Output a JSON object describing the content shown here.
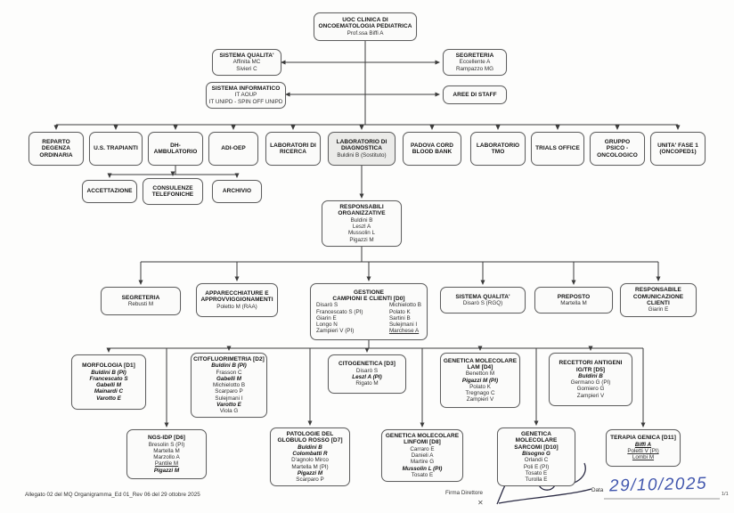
{
  "page": {
    "footer_left": "Allegato 02 del MQ Organigramma_Ed 01_Rev 06 del 29 ottobre 2025",
    "firma_label": "Firma Direttore",
    "x_mark": "✕",
    "data_label": "Data",
    "data_value": "29/10/2025",
    "page_number": "1/1",
    "ink_color": "#4156ad",
    "signature_color": "#2b2b44",
    "line_color": "#3c3c3c"
  },
  "boxes": {
    "uoc": {
      "title": "UOC CLINICA DI\nONCOEMATOLOGIA PEDIATRICA",
      "names": [
        {
          "t": "Prof.ssa Biffi A"
        }
      ]
    },
    "sistema_qualita": {
      "title": "SISTEMA QUALITA'",
      "names": [
        {
          "t": "Affinita MC"
        },
        {
          "t": "Sivieri C"
        }
      ]
    },
    "segreteria_staff": {
      "title": "SEGRETERIA",
      "names": [
        {
          "t": "Eccellente A"
        },
        {
          "t": "Rampazzo MG"
        }
      ]
    },
    "sistema_informatico": {
      "title": "SISTEMA INFORMATICO",
      "names": [
        {
          "t": "IT AOUP"
        },
        {
          "t": "IT UNIPD - SPIN OFF UNIPD"
        }
      ]
    },
    "aree_staff": {
      "title": "AREE DI STAFF"
    },
    "reparto_degenza": {
      "title": "REPARTO\nDEGENZA\nORDINARIA"
    },
    "us_trapianti": {
      "title": "U.S. TRAPIANTI"
    },
    "dh_ambulatorio": {
      "title": "DH-\nAMBULATORIO"
    },
    "adi_oep": {
      "title": "ADI-OEP"
    },
    "laboratori_ricerca": {
      "title": "LABORATORI DI\nRICERCA"
    },
    "laboratorio_diagnostica": {
      "title": "LABORATORIO DI\nDIAGNOSTICA",
      "names": [
        {
          "t": "Buldini B (Sostituto)"
        }
      ]
    },
    "padova_cord": {
      "title": "PADOVA CORD\nBLOOD BANK"
    },
    "laboratorio_tmo": {
      "title": "LABORATORIO\nTMO"
    },
    "trials_office": {
      "title": "TRIALS OFFICE"
    },
    "gruppo_psico": {
      "title": "GRUPPO\nPSICO -\nONCOLOGICO"
    },
    "unita_fase1": {
      "title": "UNITA' FASE 1\n(ONCOPED1)"
    },
    "accettazione": {
      "title": "ACCETTAZIONE"
    },
    "consulenze": {
      "title": "CONSULENZE\nTELEFONICHE"
    },
    "archivio": {
      "title": "ARCHIVIO"
    },
    "responsabili": {
      "title": "RESPONSABILI\nORGANIZZATIVE",
      "names": [
        {
          "t": "Buldini B"
        },
        {
          "t": "Leszl A"
        },
        {
          "t": "Mussolin L"
        },
        {
          "t": "Pigazzi M"
        }
      ]
    },
    "segreteria_lab": {
      "title": "SEGRETERIA",
      "names": [
        {
          "t": "Rebusti M"
        }
      ]
    },
    "apparecchiature": {
      "title": "APPARECCHIATURE E\nAPPROVVIGGIONAMENTI",
      "names": [
        {
          "t": "Poletto M (RAA)"
        }
      ]
    },
    "gestione": {
      "title": "GESTIONE\nCAMPIONI E CLIENTI [D0]",
      "names_left": [
        {
          "t": "Disarò S"
        },
        {
          "t": "Francescato S (PI)"
        },
        {
          "t": "Giarin E"
        },
        {
          "t": "Longo N"
        },
        {
          "t": "Zampieri V (PI)"
        }
      ],
      "names_right": [
        {
          "t": "Michielotto B"
        },
        {
          "t": "Polato K"
        },
        {
          "t": "Sartini B"
        },
        {
          "t": "Sulejmani I"
        },
        {
          "t": "Marchese A",
          "s": "u"
        }
      ]
    },
    "sistema_qualita_lab": {
      "title": "SISTEMA QUALITA'",
      "names": [
        {
          "t": "Disarò S (RGQ)"
        }
      ]
    },
    "preposto": {
      "title": "PREPOSTO",
      "names": [
        {
          "t": "Martella M"
        }
      ]
    },
    "resp_comunicazione": {
      "title": "RESPONSABILE\nCOMUNICAZIONE CLIENTI",
      "names": [
        {
          "t": "Giarin E"
        }
      ]
    },
    "d1": {
      "title": "MORFOLOGIA [D1]",
      "names": [
        {
          "t": "Buldini B (PI)",
          "s": "b"
        },
        {
          "t": "Francescato S",
          "s": "b"
        },
        {
          "t": "Gabelli M",
          "s": "b"
        },
        {
          "t": "Mainardi C",
          "s": "b"
        },
        {
          "t": "Varotto E",
          "s": "b"
        }
      ]
    },
    "d2": {
      "title": "CITOFLUORIMETRIA [D2]",
      "names": [
        {
          "t": "Buldini B (PI)",
          "s": "b"
        },
        {
          "t": "Frasson C"
        },
        {
          "t": "Gabelli M",
          "s": "b"
        },
        {
          "t": "Michielotto B"
        },
        {
          "t": "Scarparo P"
        },
        {
          "t": "Sulejmani I"
        },
        {
          "t": "Varotto E",
          "s": "b"
        },
        {
          "t": "Viola G"
        }
      ]
    },
    "d3": {
      "title": "CITOGENETICA [D3]",
      "names": [
        {
          "t": "Disarò S"
        },
        {
          "t": "Leszl A (PI)",
          "s": "b"
        },
        {
          "t": "Rigato M"
        }
      ]
    },
    "d4": {
      "title": "GENETICA MOLECOLARE\nLAM [D4]",
      "names": [
        {
          "t": "Benetton M"
        },
        {
          "t": "Pigazzi M (PI)",
          "s": "b"
        },
        {
          "t": "Polato K"
        },
        {
          "t": "Tregnago C"
        },
        {
          "t": "Zampieri V"
        }
      ]
    },
    "d5": {
      "title": "RECETTORI ANTIGENI\nIG/TR [D5]",
      "names": [
        {
          "t": "Buldini B",
          "s": "b"
        },
        {
          "t": "Germano G (PI)"
        },
        {
          "t": "Gomiero G"
        },
        {
          "t": "Zampieri V"
        }
      ]
    },
    "d6": {
      "title": "NGS-IDP [D6]",
      "names": [
        {
          "t": "Bresolin S (PI)"
        },
        {
          "t": "Martella M"
        },
        {
          "t": "Marzollo A"
        },
        {
          "t": "Pantile M",
          "s": "u"
        },
        {
          "t": "Pigazzi M",
          "s": "b"
        }
      ]
    },
    "d7": {
      "title": "PATOLOGIE DEL\nGLOBULO ROSSO [D7]",
      "names": [
        {
          "t": "Buldini B",
          "s": "b"
        },
        {
          "t": "Colombatti R",
          "s": "b"
        },
        {
          "t": "D'agnolo Mirco"
        },
        {
          "t": "Martella M (PI)"
        },
        {
          "t": "Pigazzi M",
          "s": "b"
        },
        {
          "t": "Scarparo P"
        }
      ]
    },
    "d8": {
      "title": "GENETICA MOLECOLARE\nLINFOMI [D8]",
      "names": [
        {
          "t": "Carraro E"
        },
        {
          "t": "Danieli A"
        },
        {
          "t": "Martire G"
        },
        {
          "t": "Mussolin L (PI)",
          "s": "b"
        },
        {
          "t": "Tosato E"
        }
      ]
    },
    "d10": {
      "title": "GENETICA MOLECOLARE\nSARCOMI [D10]",
      "names": [
        {
          "t": "Bisogno G",
          "s": "b"
        },
        {
          "t": "Orlandi C"
        },
        {
          "t": "Poli E (PI)"
        },
        {
          "t": "Tosato E"
        },
        {
          "t": "Turolla E"
        }
      ]
    },
    "d11": {
      "title": "TERAPIA GENICA [D11]",
      "names": [
        {
          "t": "Biffi A",
          "s": "bu"
        },
        {
          "t": "Poletti V (PI)",
          "s": "u"
        },
        {
          "t": "Lombi M",
          "s": "u"
        }
      ]
    }
  }
}
